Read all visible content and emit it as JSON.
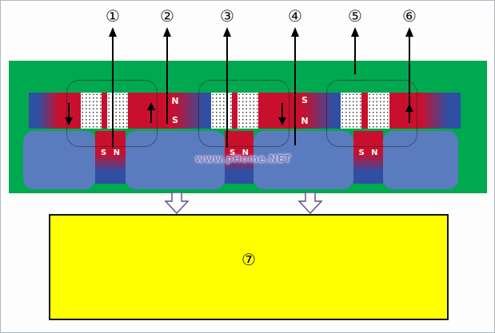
{
  "callouts": [
    {
      "label": "①"
    },
    {
      "label": "②"
    },
    {
      "label": "③"
    },
    {
      "label": "④"
    },
    {
      "label": "⑤"
    },
    {
      "label": "⑥"
    }
  ],
  "stator_bar": {
    "left_pole": {
      "top": "N",
      "bottom": "S"
    },
    "right_pole": {
      "top": "S",
      "bottom": "N"
    }
  },
  "mover": {
    "gap_magnets": [
      {
        "label": "S N"
      },
      {
        "label": "S N"
      },
      {
        "label": "S N"
      }
    ]
  },
  "watermark": "www.pHome.NET",
  "base_block": {
    "label": "⑦"
  },
  "colors": {
    "panel_green": "#00a84f",
    "magnet_red": "#c8102e",
    "magnet_blue": "#2e4fa4",
    "core_blue": "#5a7cbf",
    "base_yellow": "#ffff00",
    "watermark_purple": "#8878c3",
    "arrow_black": "#000000",
    "hollow_arrow_outline": "#5b4a8a"
  }
}
